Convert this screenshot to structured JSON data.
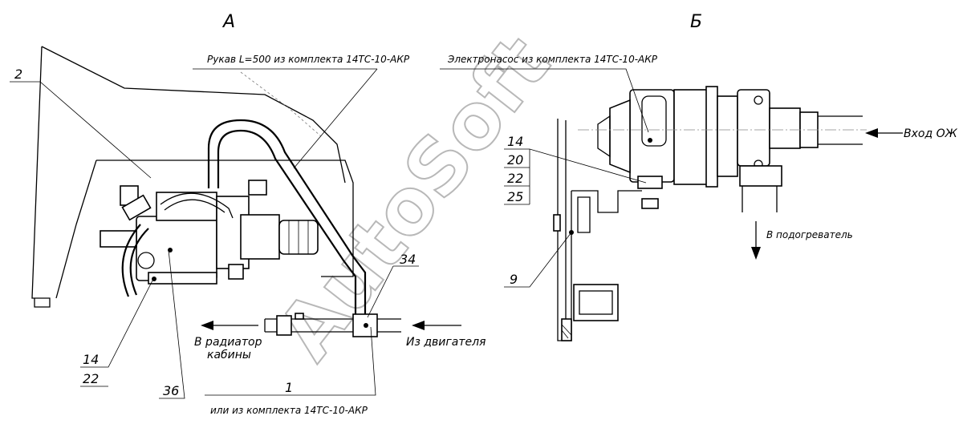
{
  "views": {
    "a": "А",
    "b": "Б"
  },
  "left": {
    "hose_note": "Рукав L=500 из комплекта 14ТС-10-АКР",
    "bottom_note": "или из комплекта 14ТС-10-АКР",
    "to_radiator_line1": "В радиатор",
    "to_radiator_line2": "кабины",
    "from_engine": "Из двигателя",
    "callouts": {
      "c2": "2",
      "c34": "34",
      "c14": "14",
      "c22": "22",
      "c36": "36",
      "c1": "1"
    }
  },
  "right": {
    "pump_note": "Электронасос из комплекта 14ТС-10-АКР",
    "inlet": "Вход ОЖ",
    "to_heater": "В подогреватель",
    "callouts": {
      "c14": "14",
      "c20": "20",
      "c22": "22",
      "c25": "25",
      "c9": "9"
    }
  },
  "watermark": "AutoSoft",
  "colors": {
    "line": "#000000",
    "watermark": "#b8b8b8",
    "background": "#ffffff"
  }
}
